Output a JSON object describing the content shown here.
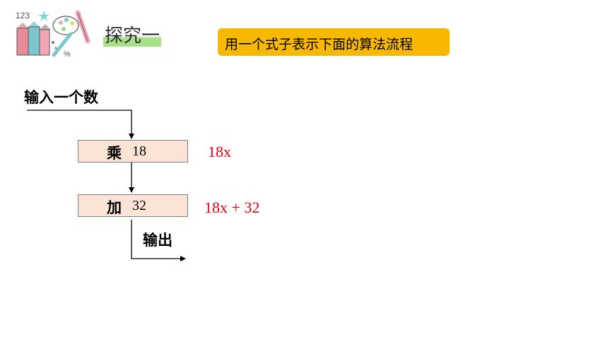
{
  "header": {
    "section_title": "探究一",
    "instruction": "用一个式子表示下面的算法流程",
    "decoration_icon": "pencils-and-palette-icon",
    "decoration_text": {
      "numbers": "123",
      "percent": "%"
    }
  },
  "flow": {
    "input_label": "输入一个数",
    "steps": [
      {
        "op": "乘",
        "value": "18",
        "expression": "18x"
      },
      {
        "op": "加",
        "value": "32",
        "expression": "18x + 32"
      }
    ],
    "output_label": "输出"
  },
  "colors": {
    "badge": "#f8b800",
    "step_box_fill": "#fbe4d5",
    "expression": "#e60012",
    "title_highlight": "#a8e08a"
  }
}
